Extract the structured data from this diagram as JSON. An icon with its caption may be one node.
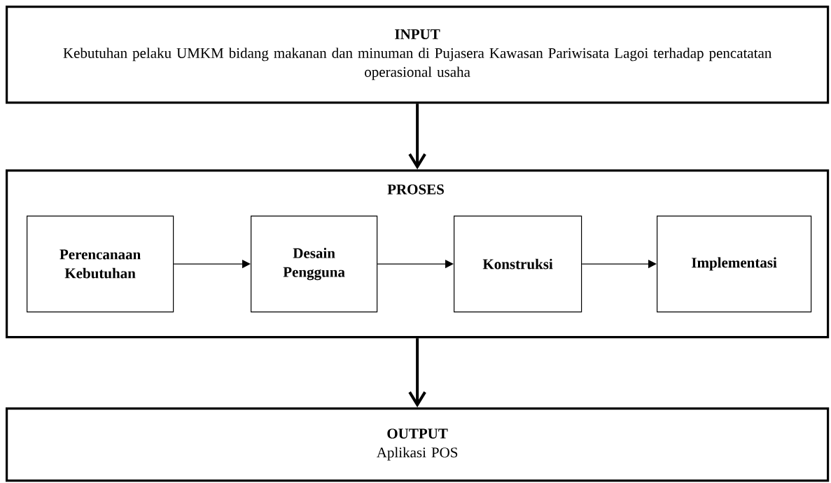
{
  "diagram": {
    "nodes": [
      {
        "text": [
          "INPUT",
          "Kebutuhan pelaku UMKM bidang makanan dan minuman di Pujasera Kawasan Pariwisata Lagoi terhadap pencatatan operasional usaha"
        ]
      },
      {
        "text": [
          "PROSES"
        ]
      },
      {
        "text": [
          "Perencanaan Kebutuhan"
        ],
        "in": 1
      },
      {
        "text": [
          "Desain Pengguna"
        ],
        "in": 1
      },
      {
        "text": [
          "Konstruksi"
        ],
        "in": 1
      },
      {
        "text": [
          "Implementasi"
        ],
        "in": 1
      },
      {
        "text": [
          "OUTPUT",
          "Aplikasi POS"
        ]
      }
    ],
    "edges": [
      {
        "from": 0,
        "to": 1,
        "arrow": "to",
        "style": "thick"
      },
      {
        "from": 2,
        "to": 3,
        "arrow": "to"
      },
      {
        "from": 3,
        "to": 4,
        "arrow": "to"
      },
      {
        "from": 4,
        "to": 5,
        "arrow": "to"
      },
      {
        "from": 1,
        "to": 6,
        "arrow": "to",
        "style": "thick"
      }
    ]
  }
}
